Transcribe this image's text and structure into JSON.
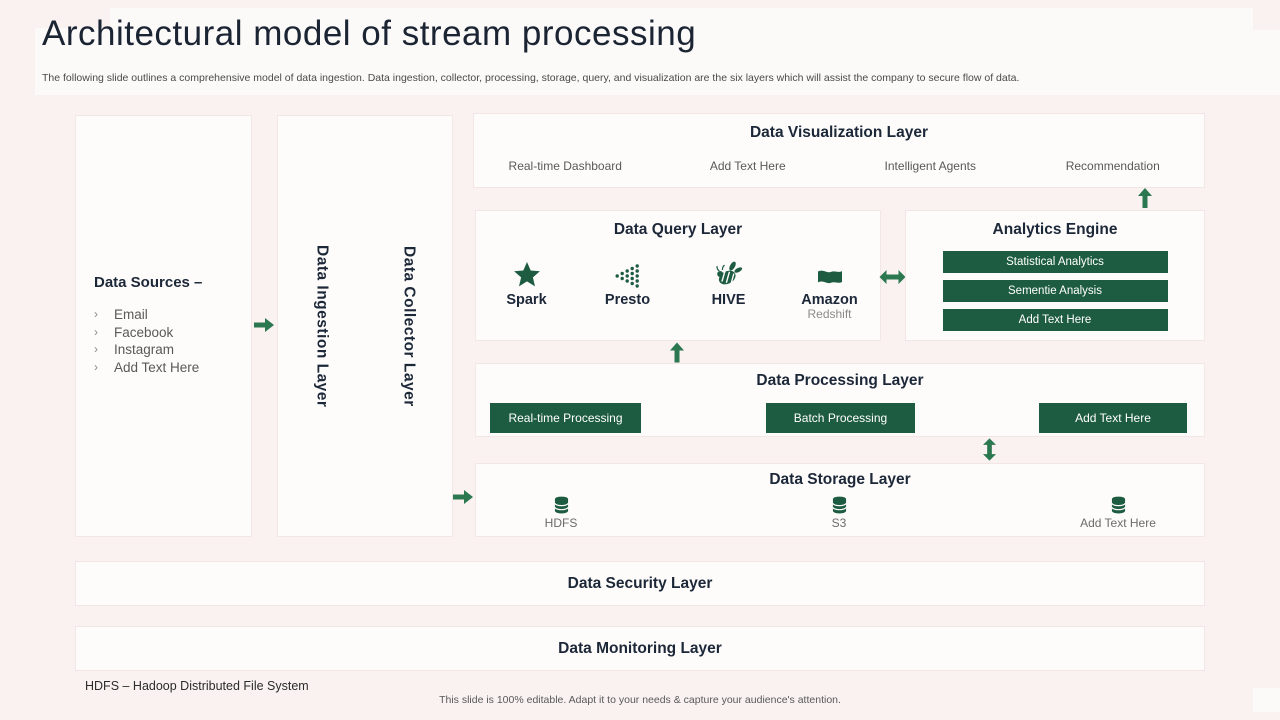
{
  "colors": {
    "accent_green": "#1e5c41",
    "arrow_green": "#2a7750",
    "navy": "#1c2738",
    "background": "#f9f2f1"
  },
  "header": {
    "title": "Architectural model of stream processing",
    "subtitle": "The following slide outlines a comprehensive model of data ingestion. Data ingestion, collector, processing, storage, query, and visualization are the six layers which will assist the company to secure flow of data."
  },
  "sources": {
    "title": "Data Sources –",
    "bullet": "›",
    "items": [
      "Email",
      "Facebook",
      "Instagram",
      "Add Text Here"
    ]
  },
  "ingestion_layer": {
    "title": "Data Ingestion Layer"
  },
  "collector_layer": {
    "title": "Data Collector Layer"
  },
  "visualization_layer": {
    "title": "Data Visualization Layer",
    "items": [
      "Real-time Dashboard",
      "Add Text Here",
      "Intelligent Agents",
      "Recommendation"
    ]
  },
  "query_layer": {
    "title": "Data Query Layer",
    "items": [
      {
        "icon": "star-icon",
        "label": "Spark",
        "sublabel": ""
      },
      {
        "icon": "presto-dots-icon",
        "label": "Presto",
        "sublabel": ""
      },
      {
        "icon": "bee-icon",
        "label": "HIVE",
        "sublabel": ""
      },
      {
        "icon": "flag-icon",
        "label": "Amazon",
        "sublabel": "Redshift"
      }
    ]
  },
  "analytics_engine": {
    "title": "Analytics Engine",
    "buttons": [
      "Statistical Analytics",
      "Sementie Analysis",
      "Add Text Here"
    ]
  },
  "processing_layer": {
    "title": "Data Processing Layer",
    "buttons": [
      "Real-time Processing",
      "Batch Processing",
      "Add Text Here"
    ]
  },
  "storage_layer": {
    "title": "Data Storage Layer",
    "items": [
      "HDFS",
      "S3",
      "Add Text Here"
    ]
  },
  "security_layer": {
    "title": "Data Security Layer"
  },
  "monitoring_layer": {
    "title": "Data Monitoring Layer"
  },
  "footer": {
    "abbreviation": "HDFS – Hadoop Distributed File System",
    "note": "This slide is 100% editable. Adapt it to your needs & capture your audience's attention."
  }
}
